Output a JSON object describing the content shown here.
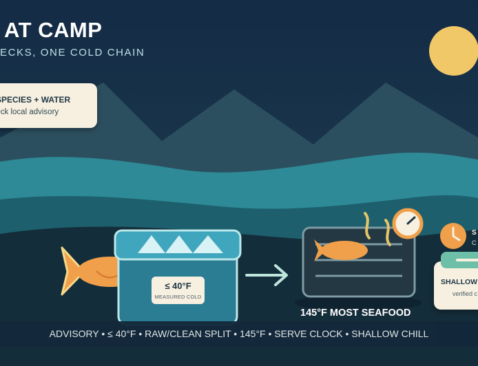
{
  "header": {
    "title": "AT CAMP",
    "subtitle": "ECKS, ONE COLD CHAIN"
  },
  "cards": {
    "species": {
      "title": "SPECIES + WATER",
      "subtitle": "heck local advisory"
    },
    "cooler": {
      "temp": "≤ 40°F",
      "note": "MEASURED COLD"
    },
    "cook": {
      "label": "145°F MOST SEAFOOD"
    },
    "serve": {
      "title": "S",
      "subtitle": "C"
    },
    "shallow": {
      "title": "SHALLOW",
      "subtitle": "verified c"
    }
  },
  "footer": {
    "steps": "ADVISORY • ≤ 40°F • RAW/CLEAN SPLIT • 145°F • SERVE CLOCK • SHALLOW CHILL"
  },
  "colors": {
    "sky": "#173049",
    "mountain": "#2c4f5f",
    "water_far": "#2d8a96",
    "water_near": "#1d5f6d",
    "ground": "#142d3a",
    "sun": "#f0c868",
    "fish": "#f0a04a",
    "cooler": "#2a7d93",
    "card": "#f7f0e0",
    "accent_green": "#6dbfa7"
  },
  "icons": [
    "sun-icon",
    "fish-icon",
    "cooler-icon",
    "arrow-right-icon",
    "grill-icon",
    "clock-icon"
  ]
}
